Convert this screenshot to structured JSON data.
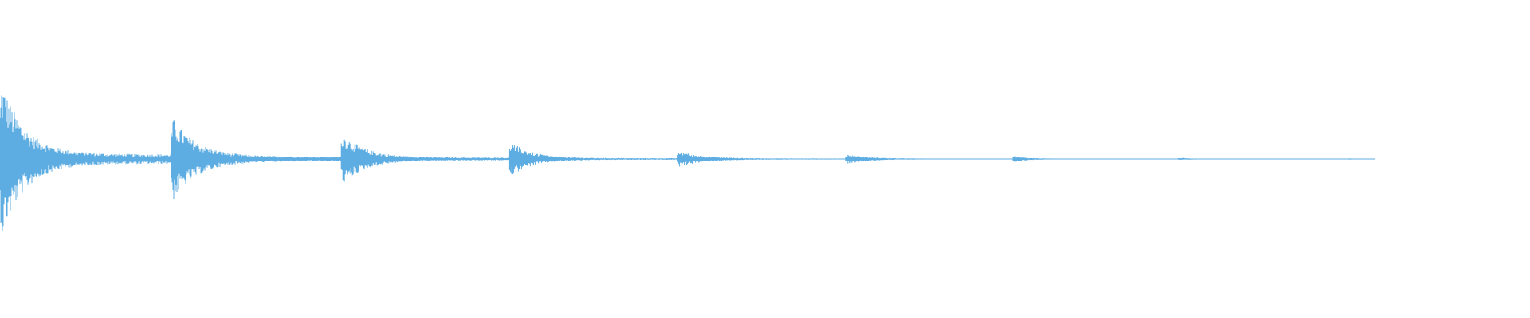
{
  "waveform": {
    "color": "#5dade2",
    "background": "#ffffff",
    "duration_fraction_visible": 0.92,
    "bursts": [
      {
        "start": 0.0,
        "peak": 1.0,
        "decay_rate": 3.4,
        "floor": 0.06,
        "length": 0.112
      },
      {
        "start": 0.112,
        "peak": 0.53,
        "decay_rate": 3.2,
        "floor": 0.03,
        "length": 0.111
      },
      {
        "start": 0.223,
        "peak": 0.32,
        "decay_rate": 3.3,
        "floor": 0.018,
        "length": 0.11
      },
      {
        "start": 0.333,
        "peak": 0.22,
        "decay_rate": 3.6,
        "floor": 0.01,
        "length": 0.11
      },
      {
        "start": 0.443,
        "peak": 0.1,
        "decay_rate": 3.2,
        "floor": 0.006,
        "length": 0.11
      },
      {
        "start": 0.553,
        "peak": 0.06,
        "decay_rate": 3.5,
        "floor": 0.004,
        "length": 0.11
      },
      {
        "start": 0.662,
        "peak": 0.04,
        "decay_rate": 3.4,
        "floor": 0.003,
        "length": 0.07
      },
      {
        "start": 0.77,
        "peak": 0.015,
        "decay_rate": 2.0,
        "floor": 0.003,
        "length": 0.032
      },
      {
        "start": 0.881,
        "peak": 0.008,
        "decay_rate": 2.0,
        "floor": 0.002,
        "length": 0.018
      }
    ]
  }
}
